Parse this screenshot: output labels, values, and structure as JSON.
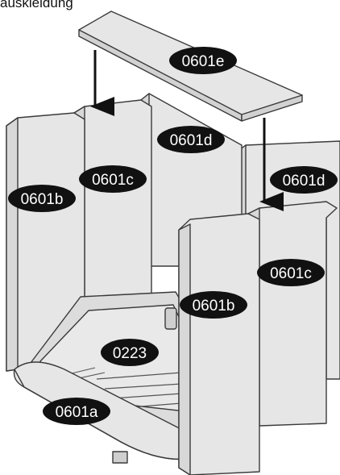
{
  "caption": "auskleidung",
  "labels": {
    "top_lid": "0601e",
    "back_top": "0601d",
    "right_top": "0601d",
    "back_left": "0601c",
    "front_right": "0601c",
    "left_side": "0601b",
    "front_center": "0601b",
    "grate": "0223",
    "front_plate": "0601a"
  },
  "colors": {
    "panel_fill": "#e6e6e6",
    "panel_stroke": "#3a3a3a",
    "label_bg": "#111111",
    "label_text": "#ffffff"
  }
}
